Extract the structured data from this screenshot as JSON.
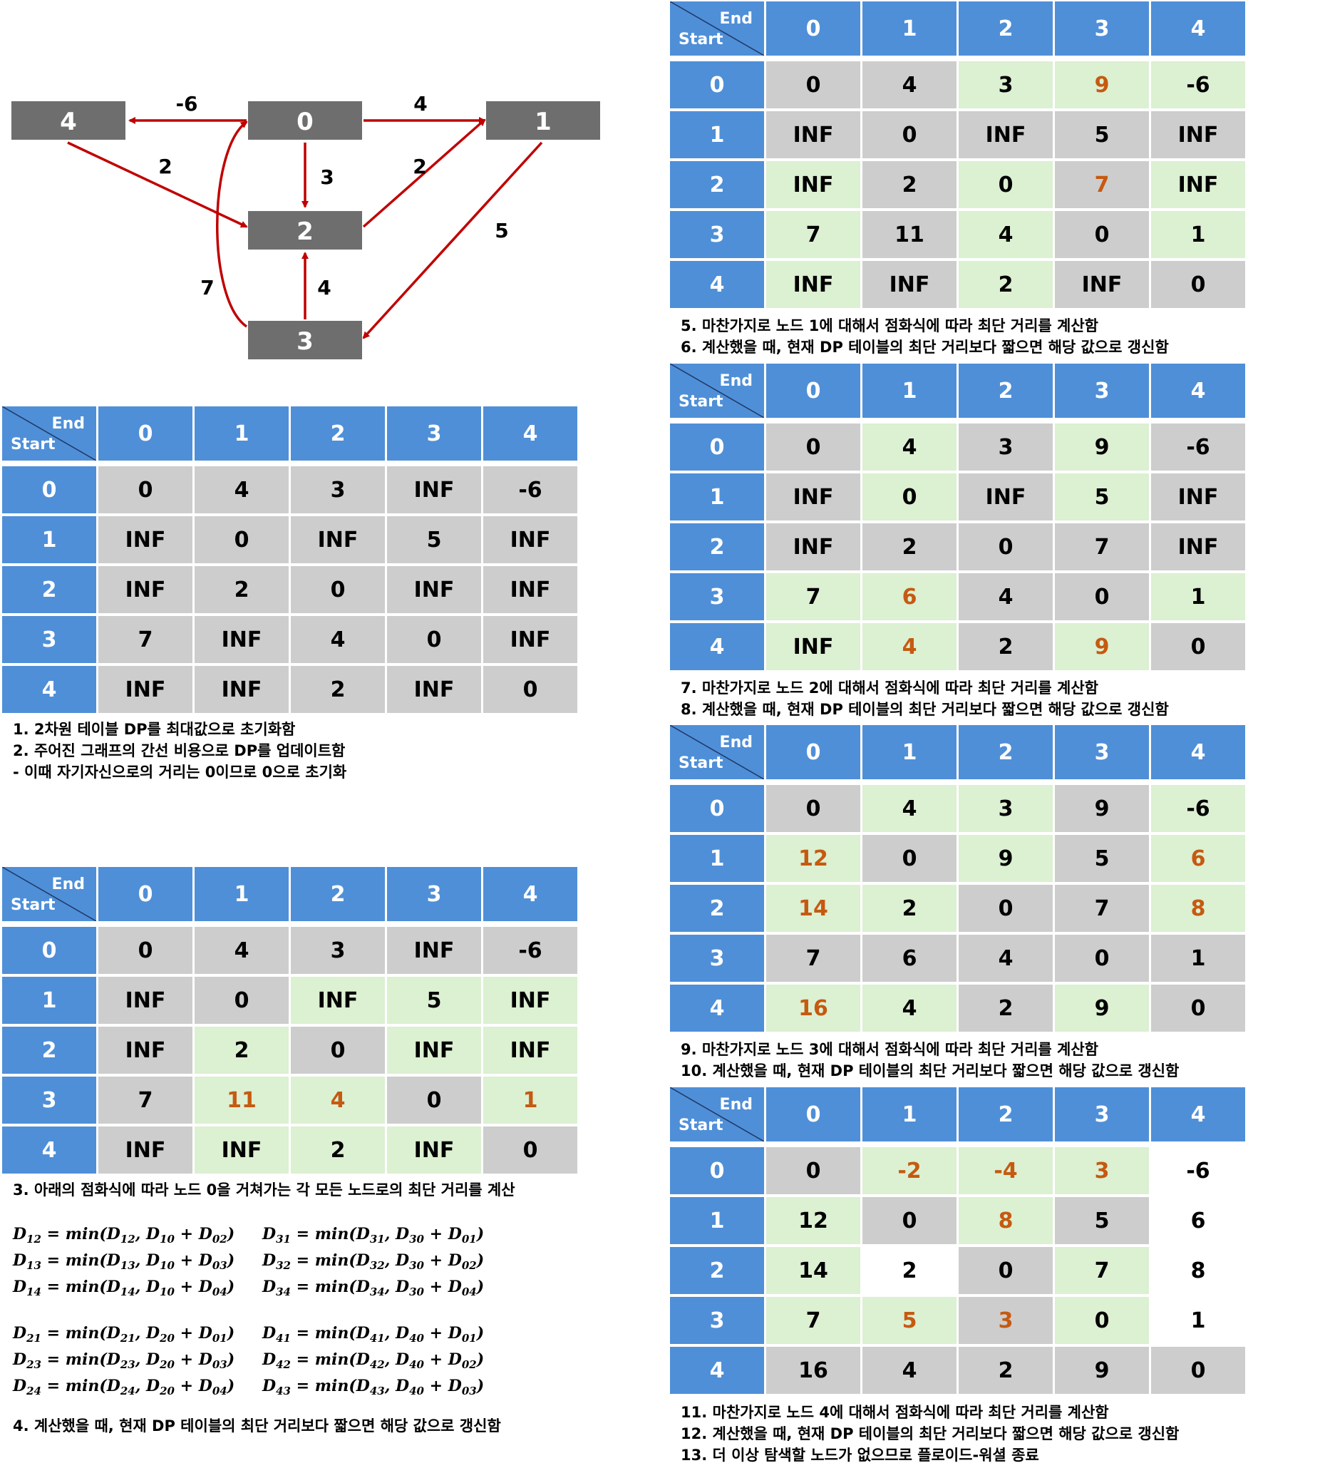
{
  "graph": {
    "nodes": [
      "4",
      "0",
      "1",
      "2",
      "3"
    ],
    "edge_weights": [
      "-6",
      "4",
      "2",
      "3",
      "2",
      "5",
      "7",
      "4"
    ]
  },
  "table_header": {
    "end": "End",
    "start": "Start",
    "columns": [
      "0",
      "1",
      "2",
      "3",
      "4"
    ]
  },
  "tables": [
    {
      "rows": [
        [
          "0",
          "4",
          "3",
          "INF",
          "-6"
        ],
        [
          "INF",
          "0",
          "INF",
          "5",
          "INF"
        ],
        [
          "INF",
          "2",
          "0",
          "INF",
          "INF"
        ],
        [
          "7",
          "INF",
          "4",
          "0",
          "INF"
        ],
        [
          "INF",
          "INF",
          "2",
          "INF",
          "0"
        ]
      ],
      "shade": [
        "ggggg",
        "ggggg",
        "ggggg",
        "ggggg",
        "ggggg"
      ],
      "highlight": []
    },
    {
      "rows": [
        [
          "0",
          "4",
          "3",
          "INF",
          "-6"
        ],
        [
          "INF",
          "0",
          "INF",
          "5",
          "INF"
        ],
        [
          "INF",
          "2",
          "0",
          "INF",
          "INF"
        ],
        [
          "7",
          "11",
          "4",
          "0",
          "1"
        ],
        [
          "INF",
          "INF",
          "2",
          "INF",
          "0"
        ]
      ],
      "shade": [
        "ggggg",
        "gglll",
        "glgll",
        "gllgl",
        "glllg"
      ],
      "highlight": [
        [
          3,
          1
        ],
        [
          3,
          2
        ],
        [
          3,
          4
        ]
      ]
    },
    {
      "rows": [
        [
          "0",
          "4",
          "3",
          "9",
          "-6"
        ],
        [
          "INF",
          "0",
          "INF",
          "5",
          "INF"
        ],
        [
          "INF",
          "2",
          "0",
          "7",
          "INF"
        ],
        [
          "7",
          "11",
          "4",
          "0",
          "1"
        ],
        [
          "INF",
          "INF",
          "2",
          "INF",
          "0"
        ]
      ],
      "shade": [
        "gglll",
        "ggggg",
        "lglgl",
        "lglgl",
        "lglgg"
      ],
      "highlight": [
        [
          0,
          3
        ],
        [
          2,
          3
        ]
      ]
    },
    {
      "rows": [
        [
          "0",
          "4",
          "3",
          "9",
          "-6"
        ],
        [
          "INF",
          "0",
          "INF",
          "5",
          "INF"
        ],
        [
          "INF",
          "2",
          "0",
          "7",
          "INF"
        ],
        [
          "7",
          "6",
          "4",
          "0",
          "1"
        ],
        [
          "INF",
          "4",
          "2",
          "9",
          "0"
        ]
      ],
      "shade": [
        "glglg",
        "glglg",
        "ggggg",
        "llggl",
        "llglg"
      ],
      "highlight": [
        [
          3,
          1
        ],
        [
          4,
          1
        ],
        [
          4,
          3
        ]
      ]
    },
    {
      "rows": [
        [
          "0",
          "4",
          "3",
          "9",
          "-6"
        ],
        [
          "12",
          "0",
          "9",
          "5",
          "6"
        ],
        [
          "14",
          "2",
          "0",
          "7",
          "8"
        ],
        [
          "7",
          "6",
          "4",
          "0",
          "1"
        ],
        [
          "16",
          "4",
          "2",
          "9",
          "0"
        ]
      ],
      "shade": [
        "gllgl",
        "lglgl",
        "llggl",
        "gggggg",
        "llglg"
      ],
      "highlight": [
        [
          1,
          0
        ],
        [
          2,
          0
        ],
        [
          4,
          0
        ],
        [
          1,
          4
        ],
        [
          2,
          4
        ]
      ]
    },
    {
      "rows": [
        [
          "0",
          "-2",
          "-4",
          "3",
          "-6"
        ],
        [
          "12",
          "0",
          "8",
          "5",
          "6"
        ],
        [
          "14",
          "2",
          "0",
          "7",
          "8"
        ],
        [
          "7",
          "5",
          "3",
          "0",
          "1"
        ],
        [
          "16",
          "4",
          "2",
          "9",
          "0"
        ]
      ],
      "shade": [
        "glllw",
        "lglgw",
        "lwglw",
        "llglw",
        "ggggg"
      ],
      "highlight": [
        [
          0,
          1
        ],
        [
          0,
          2
        ],
        [
          0,
          3
        ],
        [
          1,
          2
        ],
        [
          3,
          1
        ],
        [
          3,
          2
        ]
      ]
    }
  ],
  "captions": {
    "c1": [
      "1. 2차원 테이블 DP를 최대값으로 초기화함",
      "2. 주어진 그래프의 간선 비용으로 DP를 업데이트함",
      "- 이때 자기자신으로의 거리는 0이므로 0으로 초기화"
    ],
    "c3": [
      "3. 아래의 점화식에 따라 노드 0을 거쳐가는 각 모든 노드로의 최단 거리를 계산"
    ],
    "c4": [
      "4. 계산했을 때, 현재 DP 테이블의 최단 거리보다 짧으면 해당 값으로 갱신함"
    ],
    "c5": [
      "5. 마찬가지로 노드 1에 대해서 점화식에 따라 최단 거리를 계산함",
      "6. 계산했을 때, 현재 DP 테이블의 최단 거리보다 짧으면 해당 값으로 갱신함"
    ],
    "c7": [
      "7. 마찬가지로 노드 2에 대해서 점화식에 따라 최단 거리를 계산함",
      "8. 계산했을 때, 현재 DP 테이블의 최단 거리보다 짧으면 해당 값으로 갱신함"
    ],
    "c9": [
      "9. 마찬가지로 노드 3에 대해서 점화식에 따라 최단 거리를 계산함",
      "10. 계산했을 때, 현재 DP 테이블의 최단 거리보다 짧으면 해당 값으로 갱신함"
    ],
    "c11": [
      "11. 마찬가지로 노드 4에 대해서 점화식에 따라 최단 거리를 계산함",
      "12. 계산했을 때, 현재 DP 테이블의 최단 거리보다 짧으면 해당 값으로 갱신함",
      "13. 더 이상 탐색할 노드가 없으므로 플로이드-워셜 종료"
    ]
  },
  "formulas": {
    "left": [
      [
        "12",
        "12",
        "10",
        "02"
      ],
      [
        "13",
        "13",
        "10",
        "03"
      ],
      [
        "14",
        "14",
        "10",
        "04"
      ],
      [
        "21",
        "21",
        "20",
        "01"
      ],
      [
        "23",
        "23",
        "20",
        "03"
      ],
      [
        "24",
        "24",
        "20",
        "04"
      ]
    ],
    "right": [
      [
        "31",
        "31",
        "30",
        "01"
      ],
      [
        "32",
        "32",
        "30",
        "02"
      ],
      [
        "34",
        "34",
        "30",
        "04"
      ],
      [
        "41",
        "41",
        "40",
        "01"
      ],
      [
        "42",
        "42",
        "40",
        "02"
      ],
      [
        "43",
        "43",
        "40",
        "03"
      ]
    ],
    "symbol": "D",
    "fn": "min"
  },
  "colors": {
    "header_blue": "#4f8fd8",
    "cell_gray": "#cdcdcd",
    "cell_green": "#dcf0d2",
    "updated_text": "#c55a11",
    "node_gray": "#6e6e6e",
    "edge_red": "#c00000"
  }
}
